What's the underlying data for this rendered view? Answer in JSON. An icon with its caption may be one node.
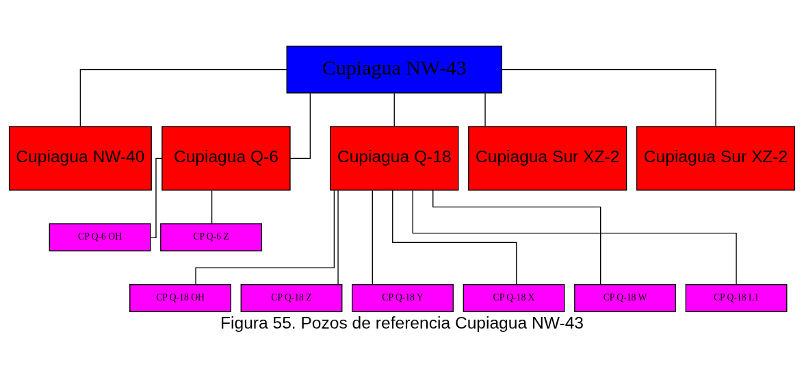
{
  "diagram": {
    "caption": "Figura 55. Pozos de referencia Cupiagua NW-43",
    "nodes": [
      {
        "text": [
          "Cupiagua NW-43"
        ]
      },
      {
        "text": [
          "Cupiagua NW-40"
        ]
      },
      {
        "text": [
          "Cupiagua Q-6"
        ]
      },
      {
        "text": [
          "Cupiagua Q-18"
        ]
      },
      {
        "text": [
          "Cupiagua Sur XZ-2"
        ]
      },
      {
        "text": [
          "Cupiagua Sur XZ-2"
        ]
      },
      {
        "text": [
          "CP Q-6 OH"
        ]
      },
      {
        "text": [
          "CP Q-6 Z"
        ]
      },
      {
        "text": [
          "CP Q-18 OH"
        ]
      },
      {
        "text": [
          "CP Q-18 Z"
        ]
      },
      {
        "text": [
          "CP Q-18 Y"
        ]
      },
      {
        "text": [
          "CP Q-18 X"
        ]
      },
      {
        "text": [
          "CP Q-18 W"
        ]
      },
      {
        "text": [
          "CP Q-18 L1"
        ]
      }
    ],
    "edges": [
      {
        "from": 0,
        "to": 1,
        "arrow": "none"
      },
      {
        "from": 0,
        "to": 2,
        "arrow": "none"
      },
      {
        "from": 0,
        "to": 3,
        "arrow": "none"
      },
      {
        "from": 0,
        "to": 4,
        "arrow": "none"
      },
      {
        "from": 0,
        "to": 5,
        "arrow": "none"
      },
      {
        "from": 2,
        "to": 6,
        "arrow": "none"
      },
      {
        "from": 2,
        "to": 7,
        "arrow": "none"
      },
      {
        "from": 3,
        "to": 8,
        "arrow": "none"
      },
      {
        "from": 3,
        "to": 9,
        "arrow": "none"
      },
      {
        "from": 3,
        "to": 10,
        "arrow": "none"
      },
      {
        "from": 3,
        "to": 11,
        "arrow": "none"
      },
      {
        "from": 3,
        "to": 12,
        "arrow": "none"
      },
      {
        "from": 3,
        "to": 13,
        "arrow": "none"
      }
    ]
  }
}
